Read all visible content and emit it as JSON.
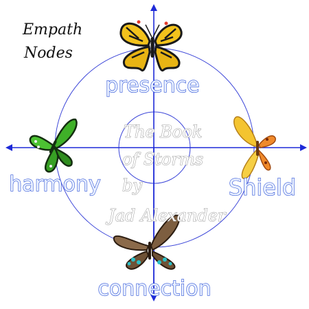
{
  "title": {
    "line1": "Empath",
    "line2": "Nodes"
  },
  "nodes": {
    "top": "presence",
    "left": "harmony",
    "right": "Shield",
    "bottom": "connection"
  },
  "watermark": {
    "line1": "The Book",
    "line2": "of Storms",
    "line3": "by",
    "line4": "Jad Alexander"
  },
  "colors": {
    "axis": "#1e2ad8",
    "circle": "#3a44d8",
    "label_stroke": "#2a4fd6",
    "butterfly_top": "#f2c21c",
    "butterfly_left": "#3fb128",
    "butterfly_right": "#f4c430",
    "butterfly_bottom": "#8b6a4a"
  },
  "icons": {
    "top": "yellow-swallowtail-butterfly-icon",
    "left": "green-butterfly-icon",
    "right": "orange-yellow-butterfly-icon",
    "bottom": "brown-teal-butterfly-icon"
  }
}
